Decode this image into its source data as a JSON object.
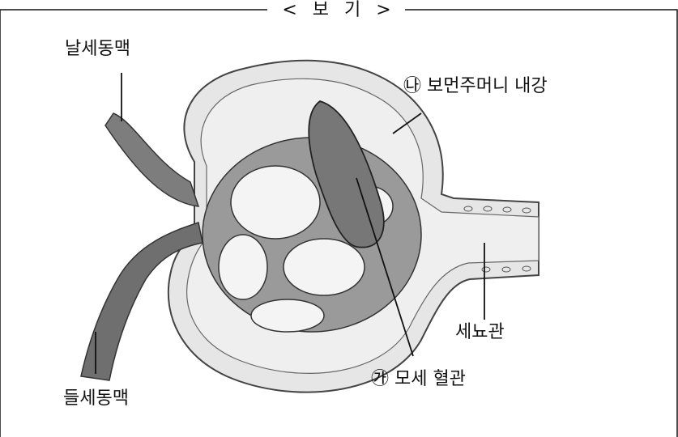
{
  "header": {
    "title": "< 보 기 >"
  },
  "labels": {
    "afferent": "날세동맥",
    "efferent": "들세동맥",
    "bowman": "㉯ 보먼주머니 내강",
    "tubule": "세뇨관",
    "capillary": "㉮ 모세 혈관"
  },
  "colors": {
    "capsule_fill": "#e3e3e3",
    "capsule_edge": "#4d4d4d",
    "vessel_fill": "#7a7a7a",
    "vessel_dark": "#555555",
    "capillary_fill": "#8a8a8a"
  }
}
